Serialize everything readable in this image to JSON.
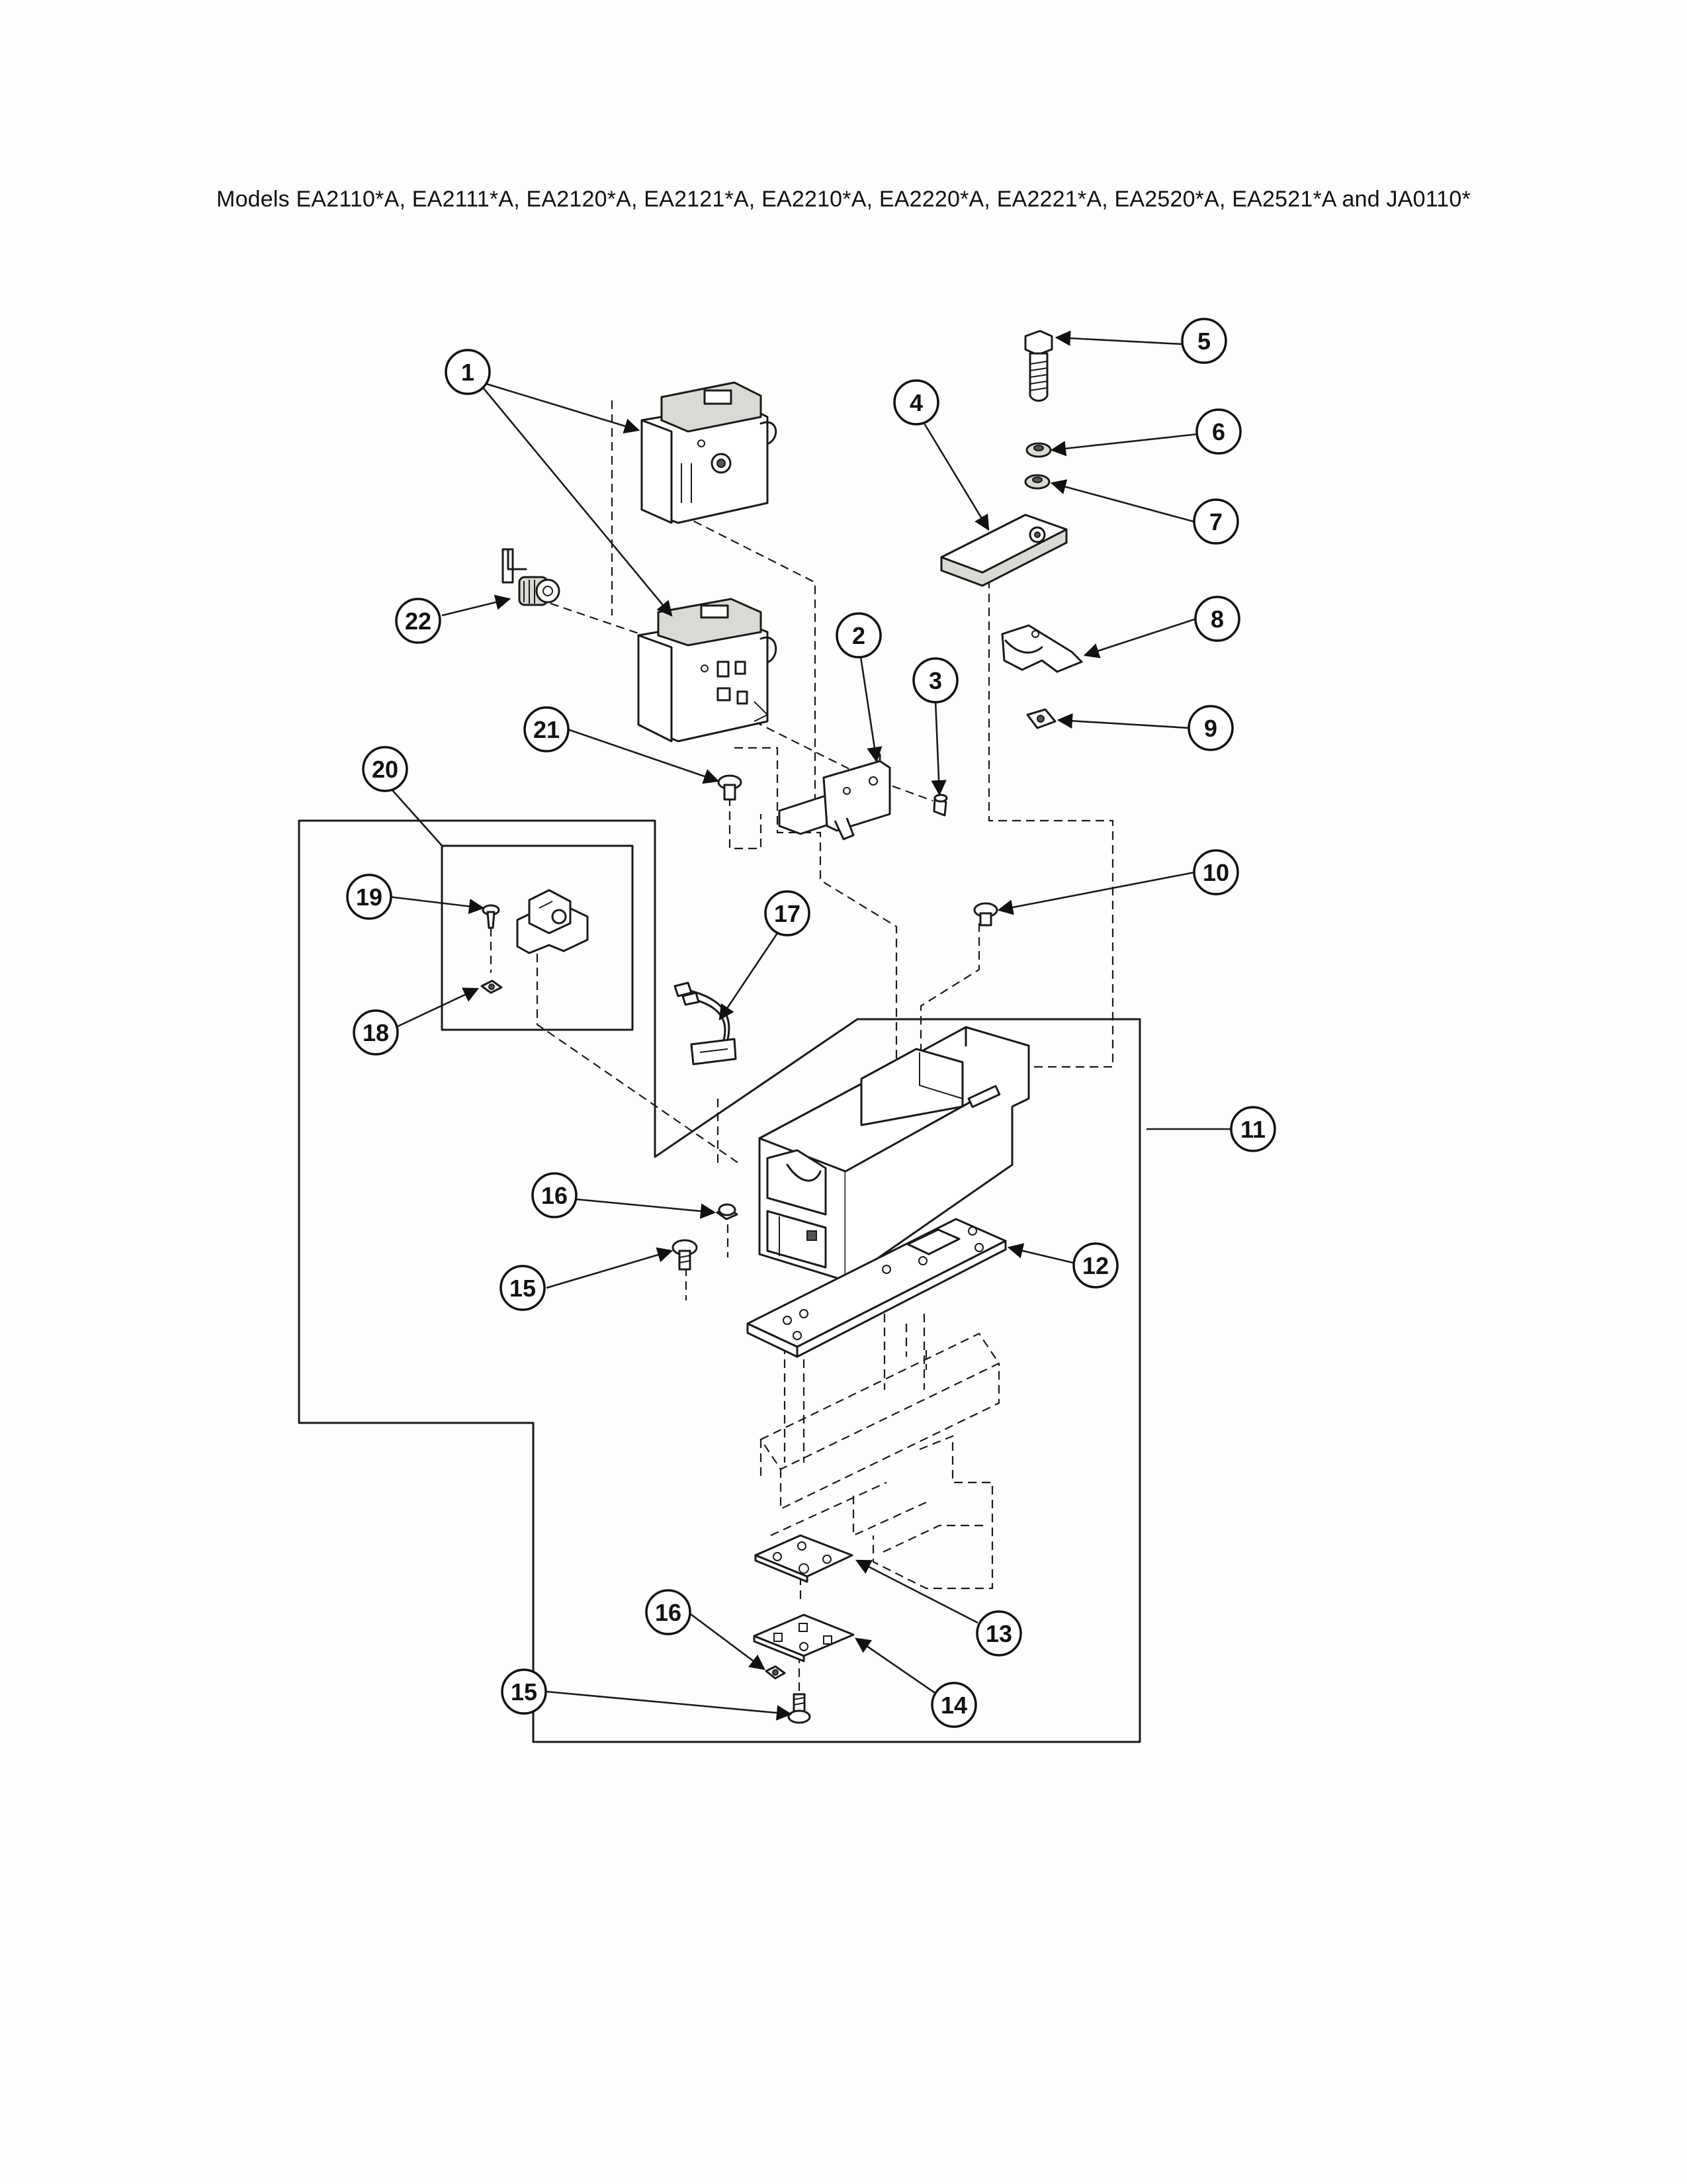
{
  "title": "Models EA2110*A, EA2111*A, EA2120*A, EA2121*A, EA2210*A, EA2220*A, EA2221*A, EA2520*A, EA2521*A and JA0110*",
  "callouts": [
    "1",
    "2",
    "3",
    "4",
    "5",
    "6",
    "7",
    "8",
    "9",
    "10",
    "11",
    "12",
    "13",
    "14",
    "15",
    "16",
    "17",
    "18",
    "19",
    "20",
    "21",
    "22",
    "16",
    "15"
  ]
}
